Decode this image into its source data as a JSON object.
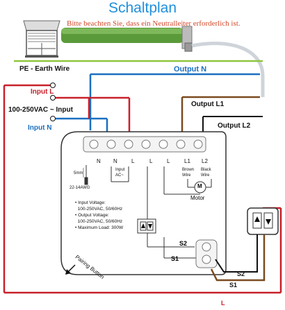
{
  "title": "Schaltplan",
  "note": "Bitte beachten Sie, dass ein Neutralleiter erforderlich ist.",
  "wires": {
    "pe": "PE - Earth Wire",
    "output_n": "Output N",
    "input_l": "Input L",
    "supply": "100-250VAC ~ Input",
    "input_n": "Input N",
    "output_l1": "Output L1",
    "output_l2": "Output L2",
    "l": "L",
    "s1": "S1",
    "s2": "S2"
  },
  "module": {
    "terminals": [
      "N",
      "N",
      "L",
      "L",
      "L",
      "L1",
      "L2"
    ],
    "input_ac": "Input\nAC~",
    "brown_wire": "Brown\nWire",
    "black_wire": "Black\nWire",
    "motor_symbol": "M",
    "motor_label": "Motor",
    "strip_length": "5mm",
    "awg": "22-14AWG",
    "specs": [
      "• Input Voltage:",
      "  100-250VAC, 50/60Hz",
      "• Output Voltage:",
      "  100-250VAC, 50/60Hz",
      "• Maximum Load: 300W"
    ],
    "s2": "S2",
    "s1": "S1",
    "pairing": "Pairing Button"
  },
  "colors": {
    "title": "#1f8fdc",
    "note": "#d2492b",
    "live": "#c8202a",
    "neutral": "#1a6fc0",
    "earth": "#8ec63f",
    "brown": "#7a4a1f",
    "black": "#111111"
  }
}
